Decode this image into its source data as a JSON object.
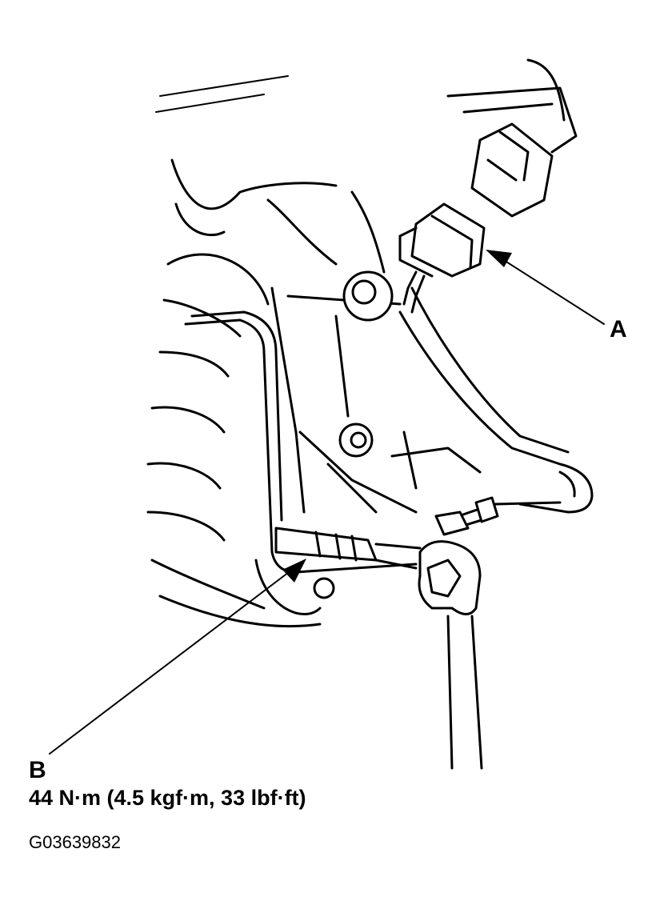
{
  "labels": {
    "a": "A",
    "b": "B",
    "torque": "44 N·m (4.5 kgf·m, 33 lbf·ft)",
    "figure_id": "G03639832"
  },
  "colors": {
    "line": "#000000",
    "background": "#ffffff"
  }
}
